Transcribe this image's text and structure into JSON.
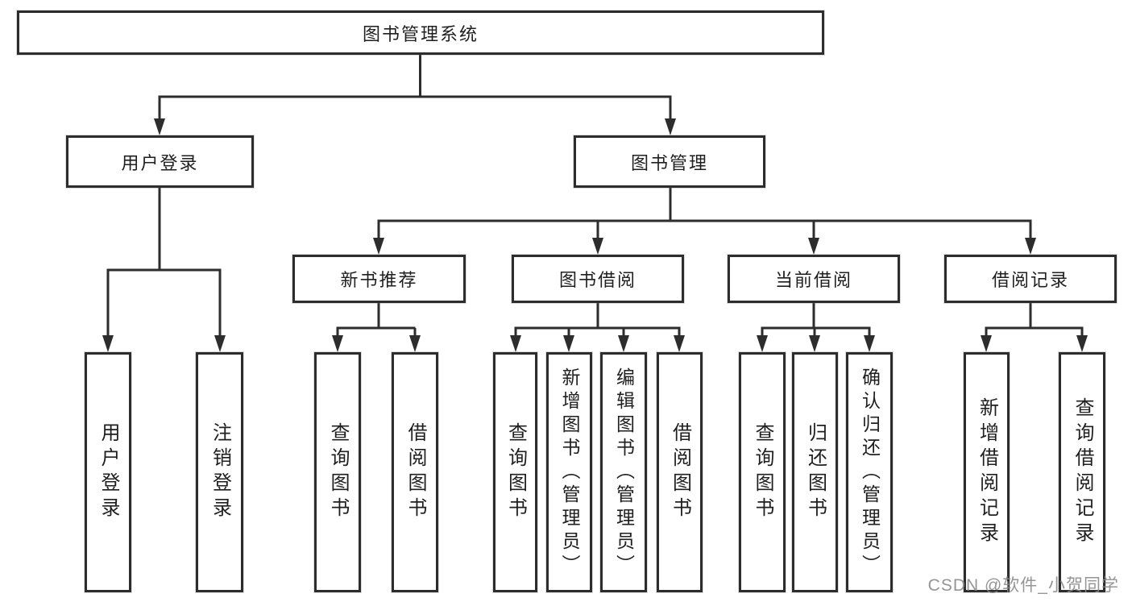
{
  "diagram": {
    "root": {
      "label": "图书管理系统",
      "children": [
        {
          "label": "用户登录",
          "children": [
            {
              "label": "用户登录"
            },
            {
              "label": "注销登录"
            }
          ]
        },
        {
          "label": "图书管理",
          "children": [
            {
              "label": "新书推荐",
              "children": [
                {
                  "label": "查询图书"
                },
                {
                  "label": "借阅图书"
                }
              ]
            },
            {
              "label": "图书借阅",
              "children": [
                {
                  "label": "查询图书"
                },
                {
                  "label": "新增图书（管理员）"
                },
                {
                  "label": "编辑图书（管理员）"
                },
                {
                  "label": "借阅图书"
                }
              ]
            },
            {
              "label": "当前借阅",
              "children": [
                {
                  "label": "查询图书"
                },
                {
                  "label": "归还图书"
                },
                {
                  "label": "确认归还（管理员）"
                }
              ]
            },
            {
              "label": "借阅记录",
              "children": [
                {
                  "label": "新增借阅记录"
                },
                {
                  "label": "查询借阅记录"
                }
              ]
            }
          ]
        }
      ]
    }
  },
  "watermark": {
    "text": "CSDN @软件_小贺同学"
  },
  "colors": {
    "line": "#2d2d2d",
    "text": "#1f1f1f",
    "background": "#ffffff",
    "watermark": "#8a8a8a"
  }
}
